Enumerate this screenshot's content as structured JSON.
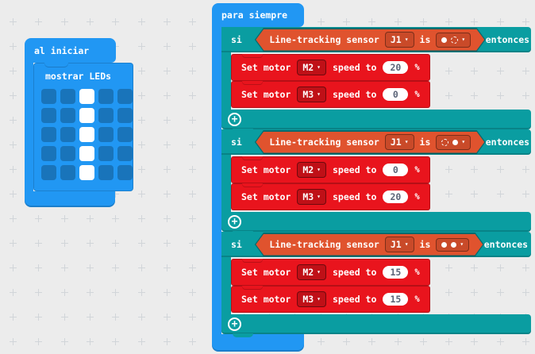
{
  "colors": {
    "canvas_bg": "#ececec",
    "grid_cross": "#d1d5d9",
    "basic_blue": "#2197f3",
    "logic_teal": "#0a9da1",
    "motor_red": "#e9141d",
    "sensor_orange": "#e0532e",
    "led_on": "#ffffff",
    "value_text": "#5b6478"
  },
  "icons": {
    "caret": "▾",
    "plus": "+"
  },
  "on_start": {
    "label": "al iniciar",
    "show_leds": {
      "label": "mostrar LEDs",
      "grid": [
        [
          0,
          0,
          1,
          0,
          0
        ],
        [
          0,
          0,
          1,
          0,
          0
        ],
        [
          0,
          0,
          1,
          0,
          0
        ],
        [
          0,
          0,
          1,
          0,
          0
        ],
        [
          0,
          0,
          1,
          0,
          0
        ]
      ]
    }
  },
  "forever": {
    "label": "para siempre",
    "if_label": "si",
    "then_label": "entonces",
    "is_label": "is",
    "sensor_label": "Line-tracking sensor",
    "action_labels": {
      "set": "Set motor",
      "speed": "speed to",
      "unit": "%"
    },
    "ifs": [
      {
        "condition": {
          "port": "J1",
          "state": [
            "filled",
            "hollow"
          ]
        },
        "actions": [
          {
            "motor": "M2",
            "value": "20"
          },
          {
            "motor": "M3",
            "value": "0"
          }
        ]
      },
      {
        "condition": {
          "port": "J1",
          "state": [
            "hollow",
            "filled"
          ]
        },
        "actions": [
          {
            "motor": "M2",
            "value": "0"
          },
          {
            "motor": "M3",
            "value": "20"
          }
        ]
      },
      {
        "condition": {
          "port": "J1",
          "state": [
            "filled",
            "filled"
          ]
        },
        "actions": [
          {
            "motor": "M2",
            "value": "15"
          },
          {
            "motor": "M3",
            "value": "15"
          }
        ]
      }
    ]
  }
}
